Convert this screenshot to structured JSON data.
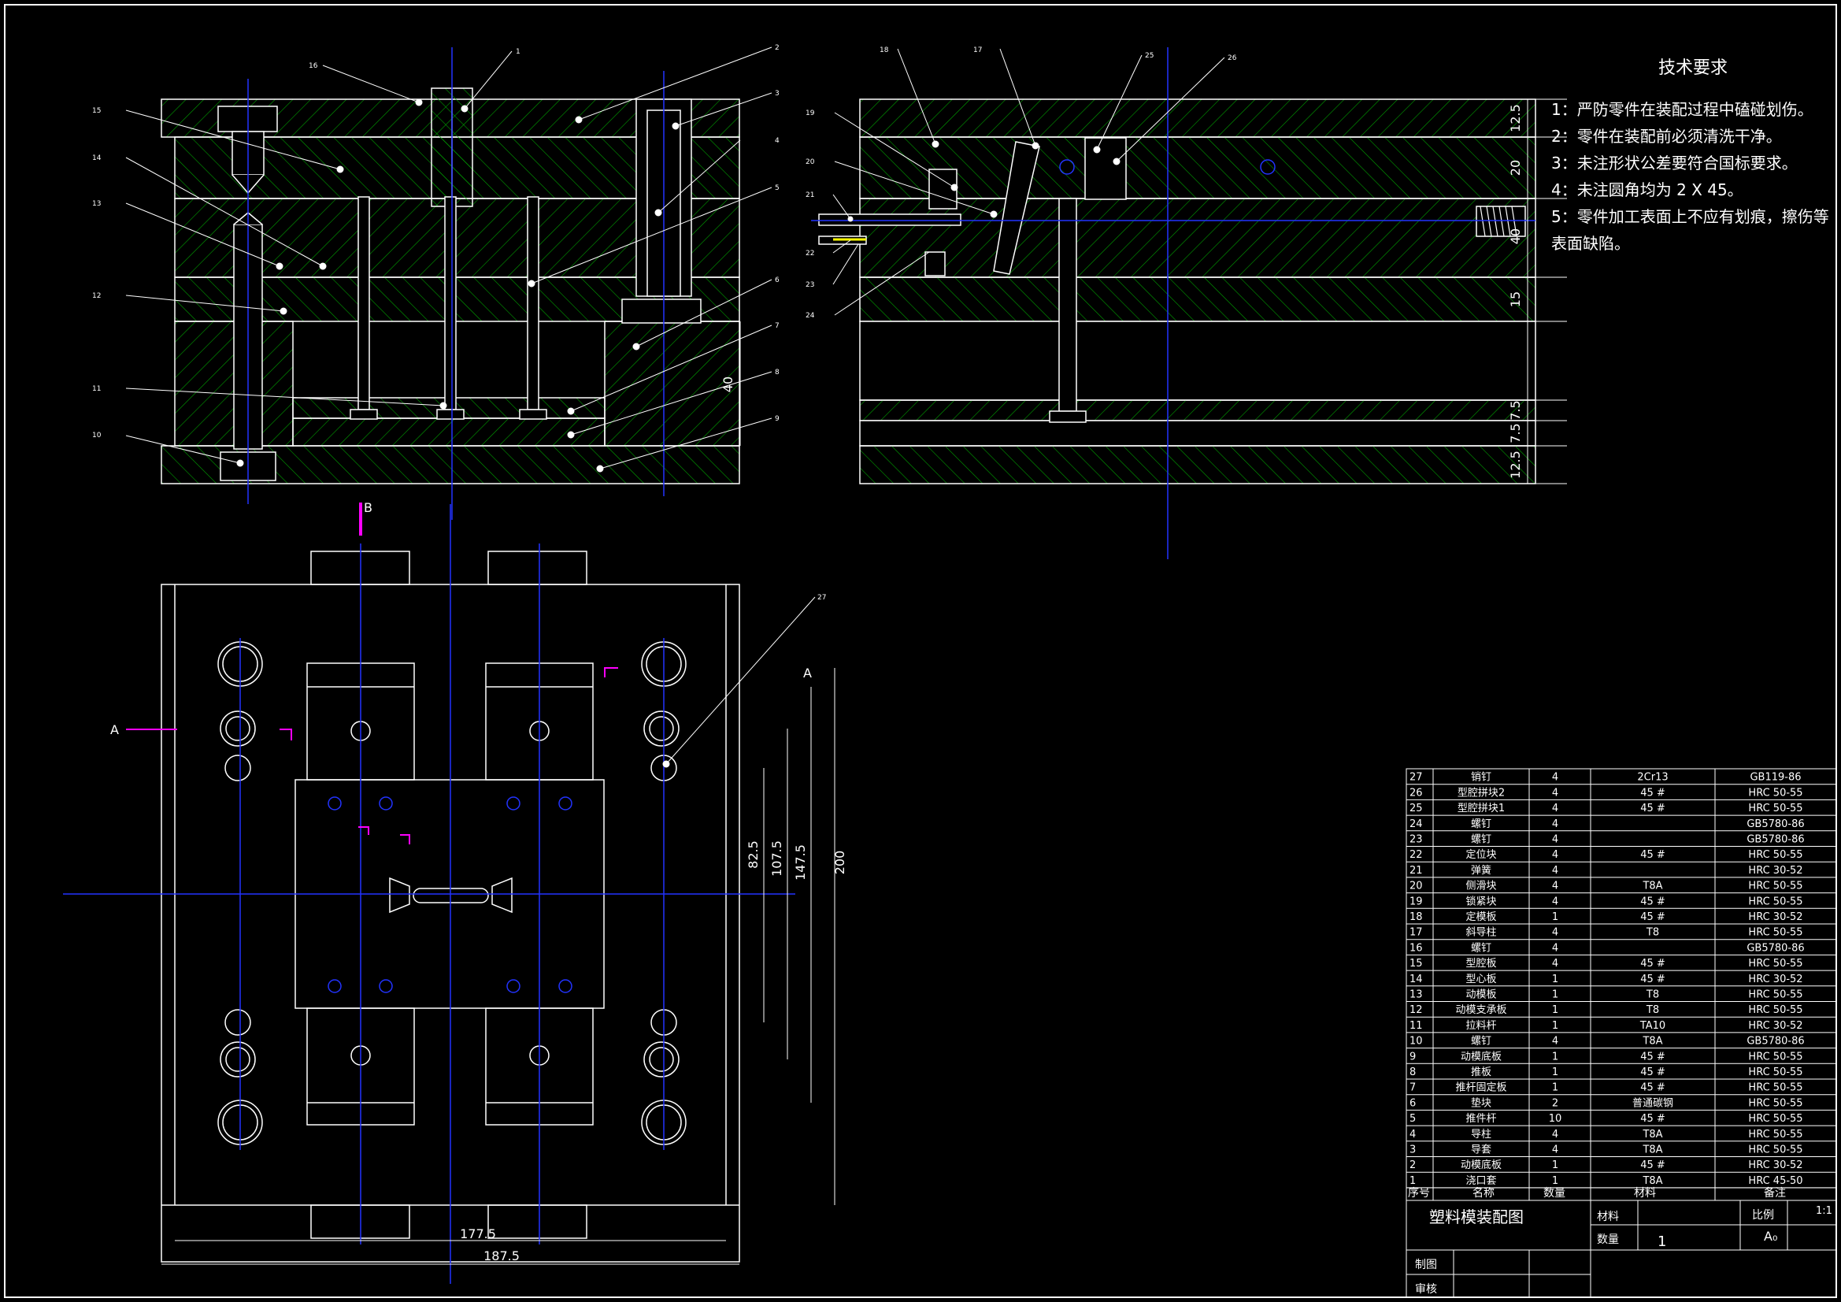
{
  "tech_requirements": {
    "title": "技术要求",
    "items": [
      "1：严防零件在装配过程中磕碰划伤。",
      "2：零件在装配前必须清洗干净。",
      "3：未注形状公差要符合国标要求。",
      "4：未注圆角均为 2 X 45。",
      "5：零件加工表面上不应有划痕，擦伤等表面缺陷。"
    ]
  },
  "section_labels": {
    "a_left": "A",
    "a_right": "A",
    "b": "B"
  },
  "dimensions": {
    "right_view": [
      "12.5",
      "20",
      "40",
      "15",
      "7.5",
      "7.5",
      "12.5"
    ],
    "left_view": [
      "40"
    ],
    "plan_view": [
      "82.5",
      "107.5",
      "147.5",
      "200",
      "177.5",
      "187.5"
    ]
  },
  "balloons": [
    "1",
    "2",
    "3",
    "4",
    "5",
    "6",
    "7",
    "8",
    "9",
    "10",
    "11",
    "12",
    "13",
    "14",
    "15",
    "16",
    "17",
    "18",
    "19",
    "20",
    "21",
    "22",
    "23",
    "24",
    "25",
    "26",
    "27"
  ],
  "parts_table": {
    "headers": {
      "no": "序号",
      "name": "名称",
      "qty": "数量",
      "material": "材料",
      "remark": "备注"
    },
    "rows": [
      {
        "no": "27",
        "name": "销钉",
        "qty": "4",
        "material": "2Cr13",
        "remark": "GB119-86"
      },
      {
        "no": "26",
        "name": "型腔拼块2",
        "qty": "4",
        "material": "45 #",
        "remark": "HRC 50-55"
      },
      {
        "no": "25",
        "name": "型腔拼块1",
        "qty": "4",
        "material": "45 #",
        "remark": "HRC 50-55"
      },
      {
        "no": "24",
        "name": "螺钉",
        "qty": "4",
        "material": "",
        "remark": "GB5780-86"
      },
      {
        "no": "23",
        "name": "螺钉",
        "qty": "4",
        "material": "",
        "remark": "GB5780-86"
      },
      {
        "no": "22",
        "name": "定位块",
        "qty": "4",
        "material": "45 #",
        "remark": "HRC 50-55"
      },
      {
        "no": "21",
        "name": "弹簧",
        "qty": "4",
        "material": "",
        "remark": "HRC 30-52"
      },
      {
        "no": "20",
        "name": "侧滑块",
        "qty": "4",
        "material": "T8A",
        "remark": "HRC 50-55"
      },
      {
        "no": "19",
        "name": "锁紧块",
        "qty": "4",
        "material": "45 #",
        "remark": "HRC 50-55"
      },
      {
        "no": "18",
        "name": "定模板",
        "qty": "1",
        "material": "45 #",
        "remark": "HRC 30-52"
      },
      {
        "no": "17",
        "name": "斜导柱",
        "qty": "4",
        "material": "T8",
        "remark": "HRC 50-55"
      },
      {
        "no": "16",
        "name": "螺钉",
        "qty": "4",
        "material": "",
        "remark": "GB5780-86"
      },
      {
        "no": "15",
        "name": "型腔板",
        "qty": "4",
        "material": "45 #",
        "remark": "HRC 50-55"
      },
      {
        "no": "14",
        "name": "型心板",
        "qty": "1",
        "material": "45 #",
        "remark": "HRC 30-52"
      },
      {
        "no": "13",
        "name": "动模板",
        "qty": "1",
        "material": "T8",
        "remark": "HRC 50-55"
      },
      {
        "no": "12",
        "name": "动模支承板",
        "qty": "1",
        "material": "T8",
        "remark": "HRC 50-55"
      },
      {
        "no": "11",
        "name": "拉料杆",
        "qty": "1",
        "material": "TA10",
        "remark": "HRC 30-52"
      },
      {
        "no": "10",
        "name": "螺钉",
        "qty": "4",
        "material": "T8A",
        "remark": "GB5780-86"
      },
      {
        "no": "9",
        "name": "动模底板",
        "qty": "1",
        "material": "45 #",
        "remark": "HRC 50-55"
      },
      {
        "no": "8",
        "name": "推板",
        "qty": "1",
        "material": "45 #",
        "remark": "HRC 50-55"
      },
      {
        "no": "7",
        "name": "推杆固定板",
        "qty": "1",
        "material": "45 #",
        "remark": "HRC 50-55"
      },
      {
        "no": "6",
        "name": "垫块",
        "qty": "2",
        "material": "普通碳钢",
        "remark": "HRC 50-55"
      },
      {
        "no": "5",
        "name": "推件杆",
        "qty": "10",
        "material": "45 #",
        "remark": "HRC 50-55"
      },
      {
        "no": "4",
        "name": "导柱",
        "qty": "4",
        "material": "T8A",
        "remark": "HRC 50-55"
      },
      {
        "no": "3",
        "name": "导套",
        "qty": "4",
        "material": "T8A",
        "remark": "HRC 50-55"
      },
      {
        "no": "2",
        "name": "动模底板",
        "qty": "1",
        "material": "45 #",
        "remark": "HRC 30-52"
      },
      {
        "no": "1",
        "name": "浇口套",
        "qty": "1",
        "material": "T8A",
        "remark": "HRC 45-50"
      }
    ]
  },
  "title_block": {
    "drawing_title": "塑料模装配图",
    "material_label": "材料",
    "scale_label": "比例",
    "scale_value": "1:1",
    "qty_label": "数量",
    "qty_value": "1",
    "sheet_size": "A₀",
    "drawn_label": "制图",
    "checked_label": "审核"
  },
  "colors": {
    "background": "#000000",
    "outline": "#ffffff",
    "hatch": "#00a000",
    "centerline": "#2233ff",
    "section_mark": "#ff00ff",
    "spring": "#ffff00"
  }
}
